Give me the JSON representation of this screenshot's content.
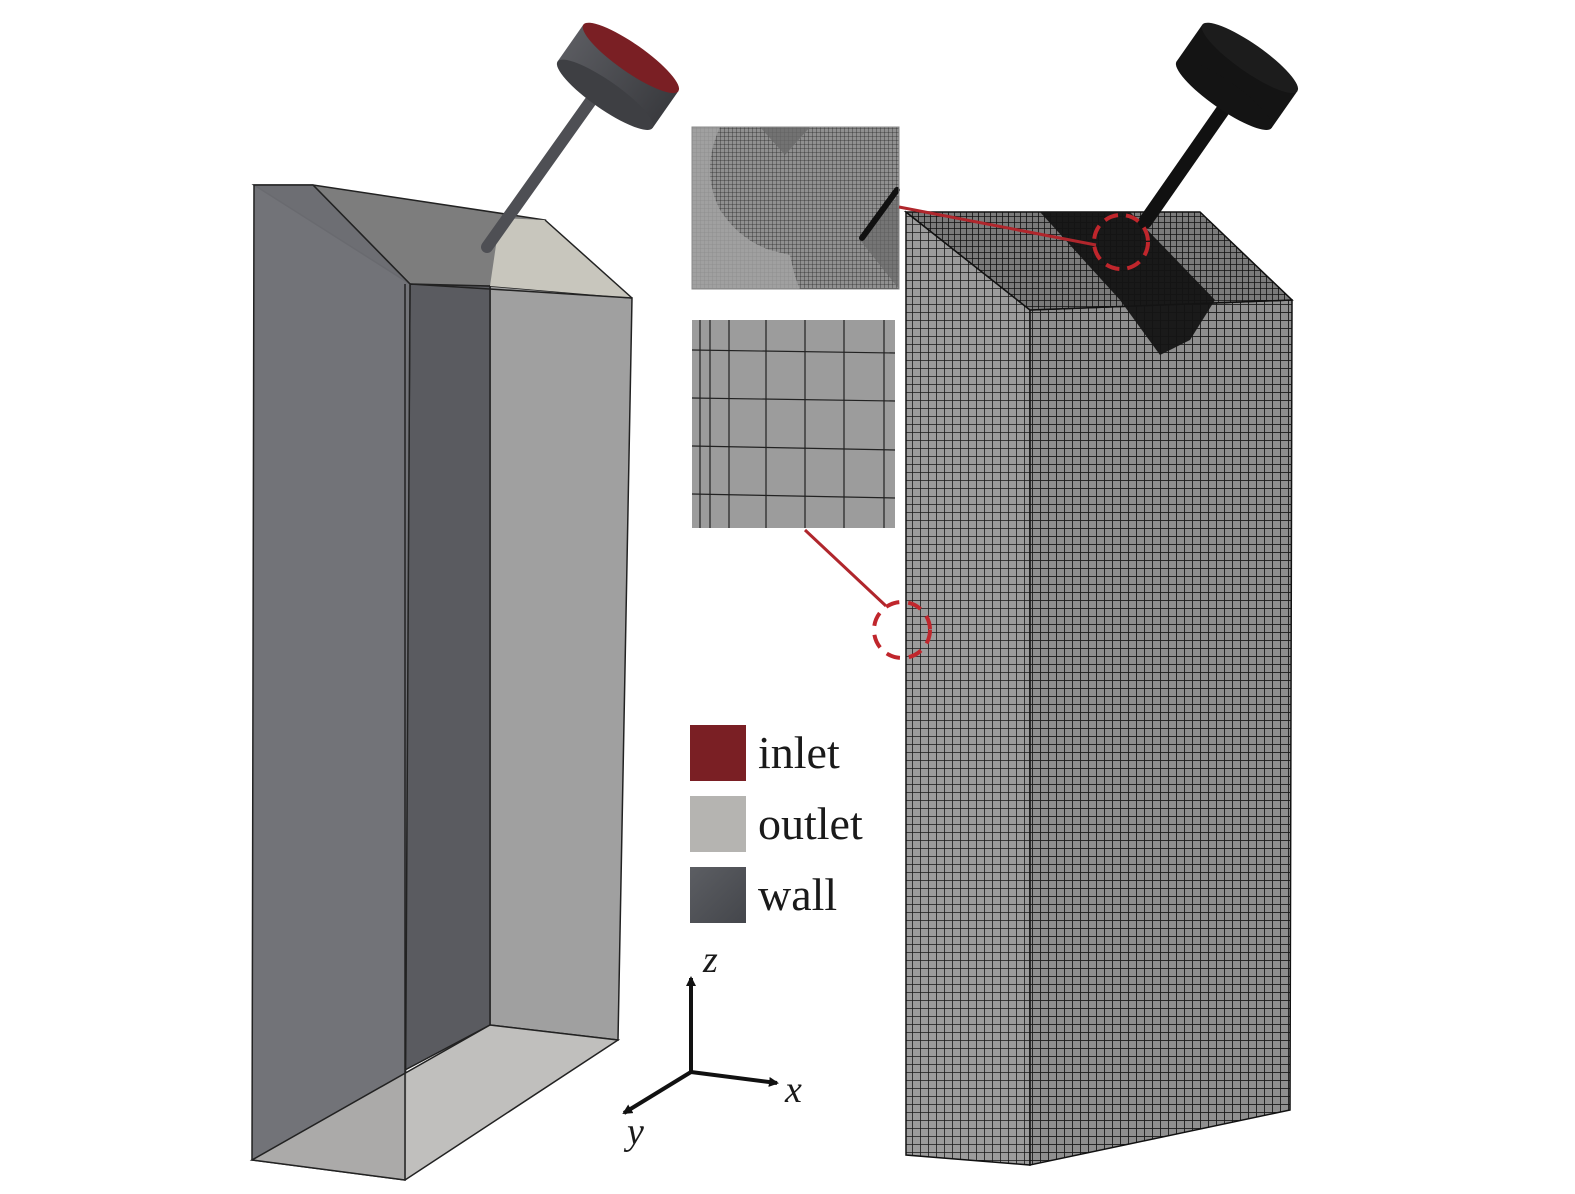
{
  "figure": {
    "left_panel": "geometry with boundary patches",
    "right_panel": "computational mesh"
  },
  "legend": {
    "items": [
      {
        "label": "inlet",
        "color": "#7a1f24"
      },
      {
        "label": "outlet",
        "color": "#b5b4b1"
      },
      {
        "label": "wall",
        "color": "#55575c"
      }
    ]
  },
  "axes": {
    "x": "x",
    "y": "y",
    "z": "z"
  },
  "colors": {
    "wall_front": "#6c6d72",
    "wall_dark": "#56575c",
    "outlet_side": "#a0a0a0",
    "outlet_top": "#c8c6bd",
    "mesh_fill": "#9a9a9a",
    "mesh_line": "#1a1a1a",
    "callout": "#b0262c"
  },
  "insets": [
    {
      "name": "refined-mesh-near-inlet"
    },
    {
      "name": "coarse-mesh-on-wall"
    }
  ]
}
